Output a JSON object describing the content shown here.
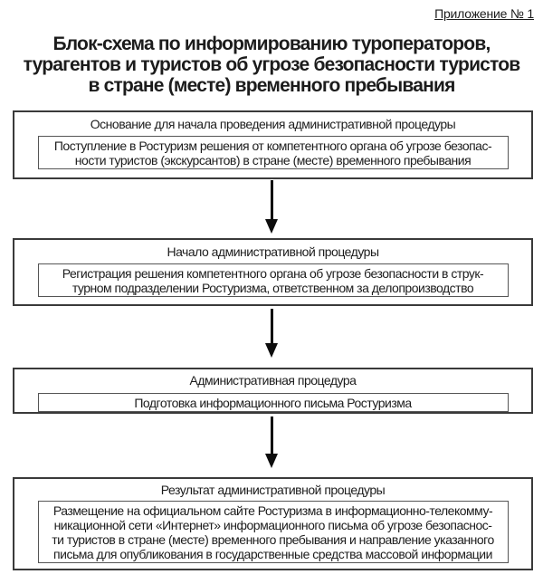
{
  "document": {
    "annex_label": "Приложение № 1",
    "title_lines": [
      "Блок-схема по информированию туроператоров,",
      "турагентов и туристов об угрозе безопасности туристов",
      "в стране (месте) временного пребывания"
    ]
  },
  "flowchart": {
    "blocks": [
      {
        "header": "Основание для начала проведения административной процедуры",
        "body_lines": [
          "Поступление в Ростуризм решения от компетентного органа об угрозе безопас-",
          "ности туристов (экскурсантов) в стране (месте) временного пребывания"
        ]
      },
      {
        "header": "Начало административной процедуры",
        "body_lines": [
          "Регистрация решения компетентного органа об угрозе безопасности в струк-",
          "турном подразделении Ростуризма, ответственном за делопроизводство"
        ]
      },
      {
        "header": "Административная процедура",
        "body_lines": [
          "Подготовка информационного письма Ростуризма"
        ]
      },
      {
        "header": "Результат административной процедуры",
        "body_lines": [
          "Размещение на официальном сайте Ростуризма в информационно-телекомму-",
          "никационной сети «Интернет» информационного письма об угрозе безопаснос-",
          "ти туристов в стране (месте) временного пребывания и направление указанного",
          "письма для опубликования в государственные средства массовой информации"
        ]
      }
    ],
    "colors": {
      "border": "#3a3a3a",
      "inner_border": "#555555",
      "text": "#1c1c1c",
      "background": "#ffffff",
      "arrow": "#0d0d0d"
    }
  }
}
